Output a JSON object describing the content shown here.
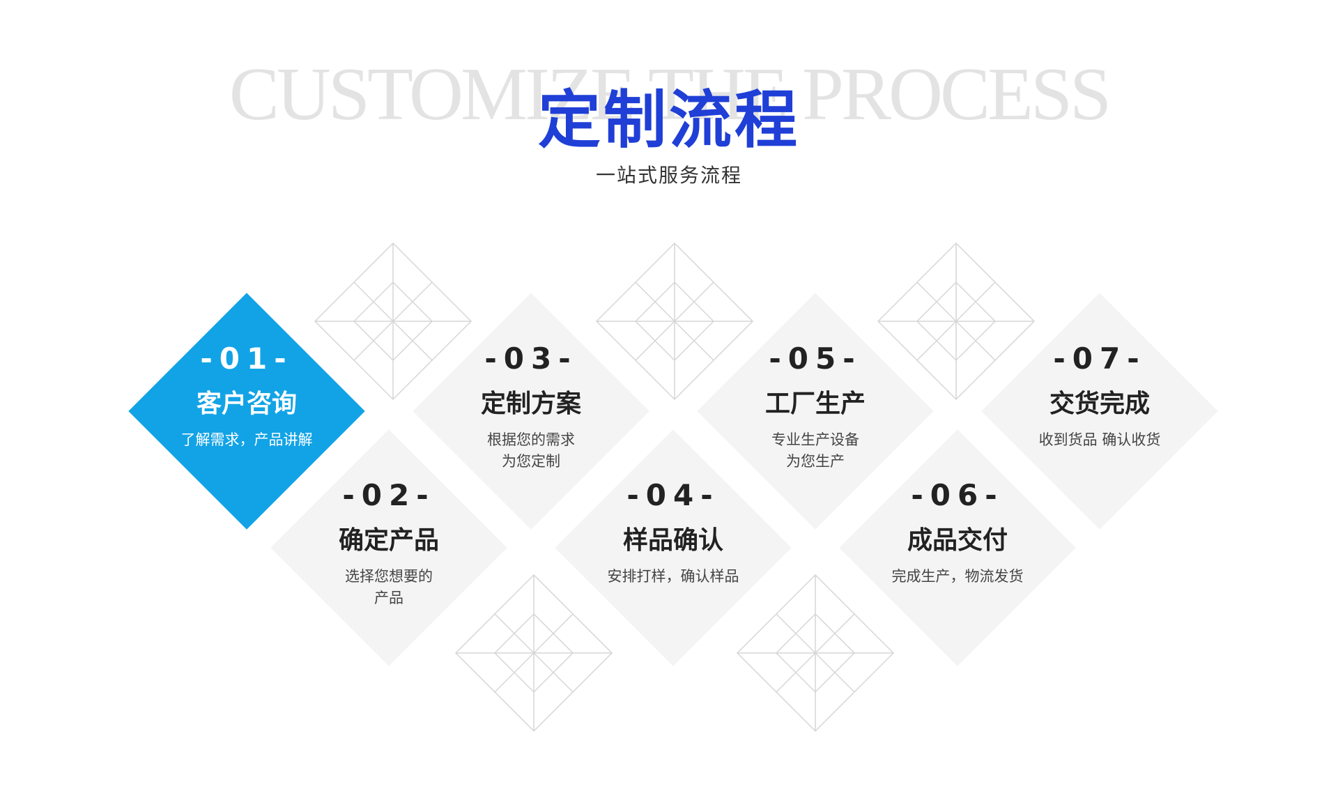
{
  "header": {
    "background_text": "CUSTOMIZE THE PROCESS",
    "title": "定制流程",
    "subtitle": "一站式服务流程"
  },
  "colors": {
    "accent_blue": "#12a3e6",
    "title_blue": "#1f3fd6",
    "card_gray": "#f4f4f4",
    "outline_gray": "#d6d6d6"
  },
  "steps": [
    {
      "num": "-01-",
      "title": "客户咨询",
      "desc": [
        "了解需求，产品讲解"
      ],
      "active": true
    },
    {
      "num": "-02-",
      "title": "确定产品",
      "desc": [
        "选择您想要的",
        "产品"
      ]
    },
    {
      "num": "-03-",
      "title": "定制方案",
      "desc": [
        "根据您的需求",
        "为您定制"
      ]
    },
    {
      "num": "-04-",
      "title": "样品确认",
      "desc": [
        "安排打样，确认样品"
      ]
    },
    {
      "num": "-05-",
      "title": "工厂生产",
      "desc": [
        "专业生产设备",
        "为您生产"
      ]
    },
    {
      "num": "-06-",
      "title": "成品交付",
      "desc": [
        "完成生产，物流发货"
      ]
    },
    {
      "num": "-07-",
      "title": "交货完成",
      "desc": [
        "收到货品 确认收货"
      ]
    }
  ],
  "decorations": [
    "outline-diamond",
    "outline-diamond",
    "outline-diamond",
    "outline-diamond",
    "outline-diamond"
  ]
}
